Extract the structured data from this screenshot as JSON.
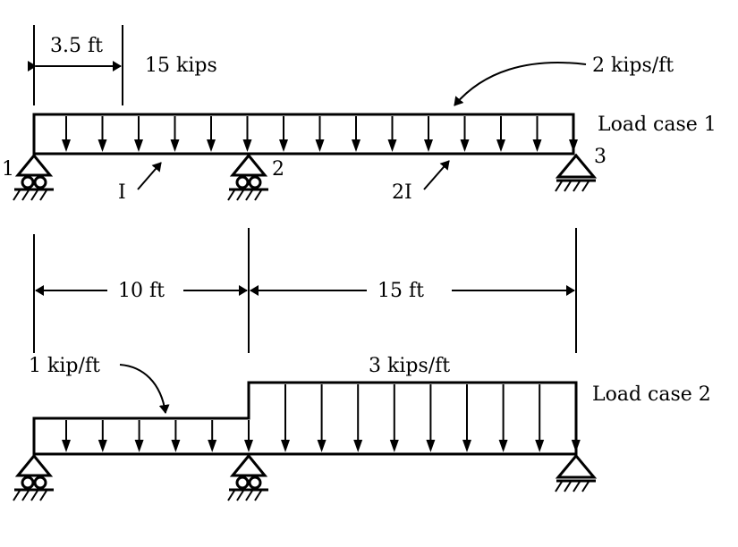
{
  "load_case_1": {
    "title": "Load case 1",
    "dimension_point_load": "3.5 ft",
    "point_load": "15 kips",
    "distributed_load": "2 kips/ft",
    "node_1": "1",
    "node_2": "2",
    "node_3": "3",
    "span1_inertia": "I",
    "span2_inertia": "2I"
  },
  "spans": {
    "span1_length": "10 ft",
    "span2_length": "15 ft"
  },
  "load_case_2": {
    "title": "Load case 2",
    "left_load": "1 kip/ft",
    "right_load": "3 kips/ft"
  }
}
